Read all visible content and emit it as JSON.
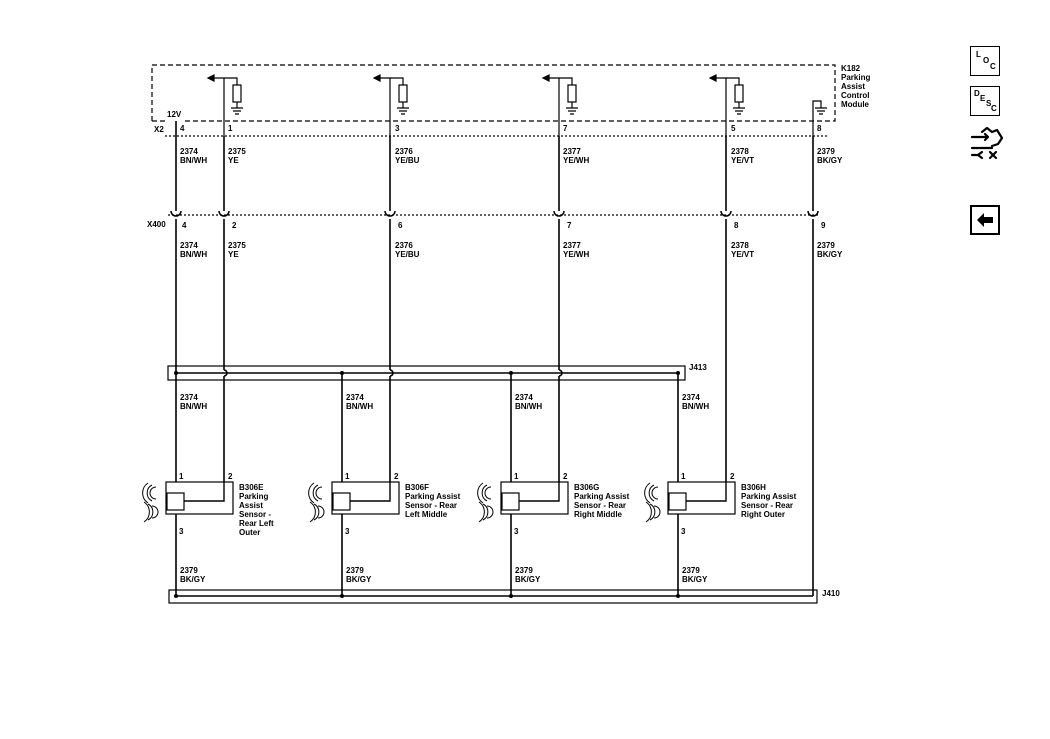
{
  "module": {
    "ref": "K182",
    "name_lines": [
      "Parking",
      "Assist",
      "Control",
      "Module"
    ],
    "connector": "X2",
    "voltage": "12V",
    "pins": [
      "4",
      "1",
      "3",
      "7",
      "5",
      "8"
    ]
  },
  "inline_connector": {
    "ref": "X400",
    "pins": [
      "4",
      "2",
      "6",
      "7",
      "8",
      "9"
    ]
  },
  "wires_top": [
    {
      "circuit": "2374",
      "color": "BN/WH"
    },
    {
      "circuit": "2375",
      "color": "YE"
    },
    {
      "circuit": "2376",
      "color": "YE/BU"
    },
    {
      "circuit": "2377",
      "color": "YE/WH"
    },
    {
      "circuit": "2378",
      "color": "YE/VT"
    },
    {
      "circuit": "2379",
      "color": "BK/GY"
    }
  ],
  "splices": {
    "supply": "J413",
    "ground": "J410"
  },
  "sensor_supply_wire": {
    "circuit": "2374",
    "color": "BN/WH"
  },
  "sensor_ground_wire": {
    "circuit": "2379",
    "color": "BK/GY"
  },
  "sensor_pins": {
    "supply": "1",
    "signal": "2",
    "ground": "3"
  },
  "sensors": [
    {
      "ref": "B306E",
      "name_lines": [
        "Parking",
        "Assist",
        "Sensor -",
        "Rear Left",
        "Outer"
      ]
    },
    {
      "ref": "B306F",
      "name_lines": [
        "Parking Assist",
        "Sensor - Rear",
        "Left Middle"
      ]
    },
    {
      "ref": "B306G",
      "name_lines": [
        "Parking Assist",
        "Sensor - Rear",
        "Right Middle"
      ]
    },
    {
      "ref": "B306H",
      "name_lines": [
        "Parking Assist",
        "Sensor - Rear",
        "Right Outer"
      ]
    }
  ],
  "nav_icons": [
    "loc-icon",
    "desc-icon",
    "connector-view-icon",
    "back-arrow-icon"
  ],
  "nav": {
    "loc": [
      "L",
      "O",
      "C"
    ],
    "desc": [
      "D",
      "E",
      "S",
      "C"
    ]
  }
}
